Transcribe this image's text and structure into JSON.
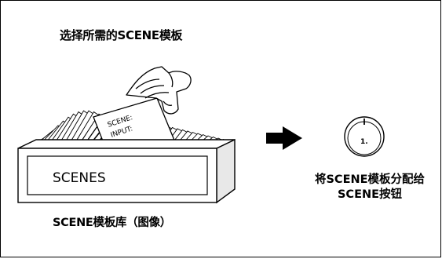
{
  "diagram": {
    "top_title": "选择所需的SCENE模板",
    "card_text": "SCENE:\nINPUT:",
    "box_label": "SCENES",
    "library_caption": "SCENE模板库（图像）",
    "button_label": "1.",
    "assign_caption": "将SCENE模板分配给SCENE按钮"
  },
  "icons": {
    "hand": "hand-holding-card-icon",
    "arrow": "right-arrow-icon",
    "button": "scene-button-knob-icon"
  },
  "colors": {
    "line": "#000000",
    "background": "#ffffff",
    "box_fill": "#f2f2f2"
  }
}
